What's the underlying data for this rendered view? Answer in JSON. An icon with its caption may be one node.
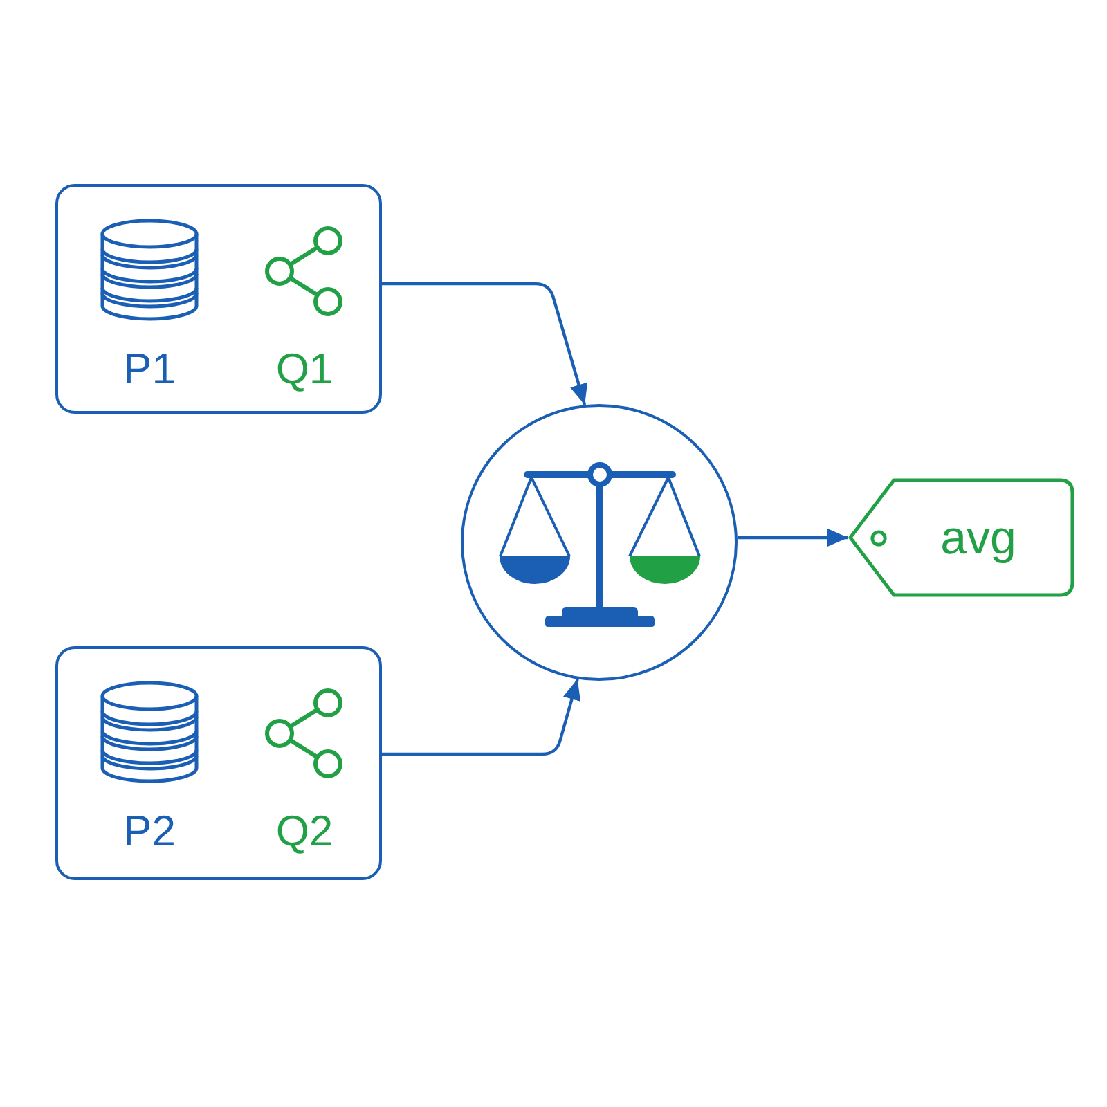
{
  "diagram": {
    "nodes": [
      {
        "text": [
          "P1",
          "Q1"
        ]
      },
      {
        "text": [
          "P2",
          "Q2"
        ]
      },
      {
        "text": [],
        "shape": "circle"
      },
      {
        "text": [
          "avg"
        ]
      }
    ],
    "edges": [
      {
        "from": 0,
        "to": 2,
        "arrow": "to"
      },
      {
        "from": 1,
        "to": 2,
        "arrow": "to"
      },
      {
        "from": 2,
        "to": 3,
        "arrow": "to"
      }
    ]
  }
}
